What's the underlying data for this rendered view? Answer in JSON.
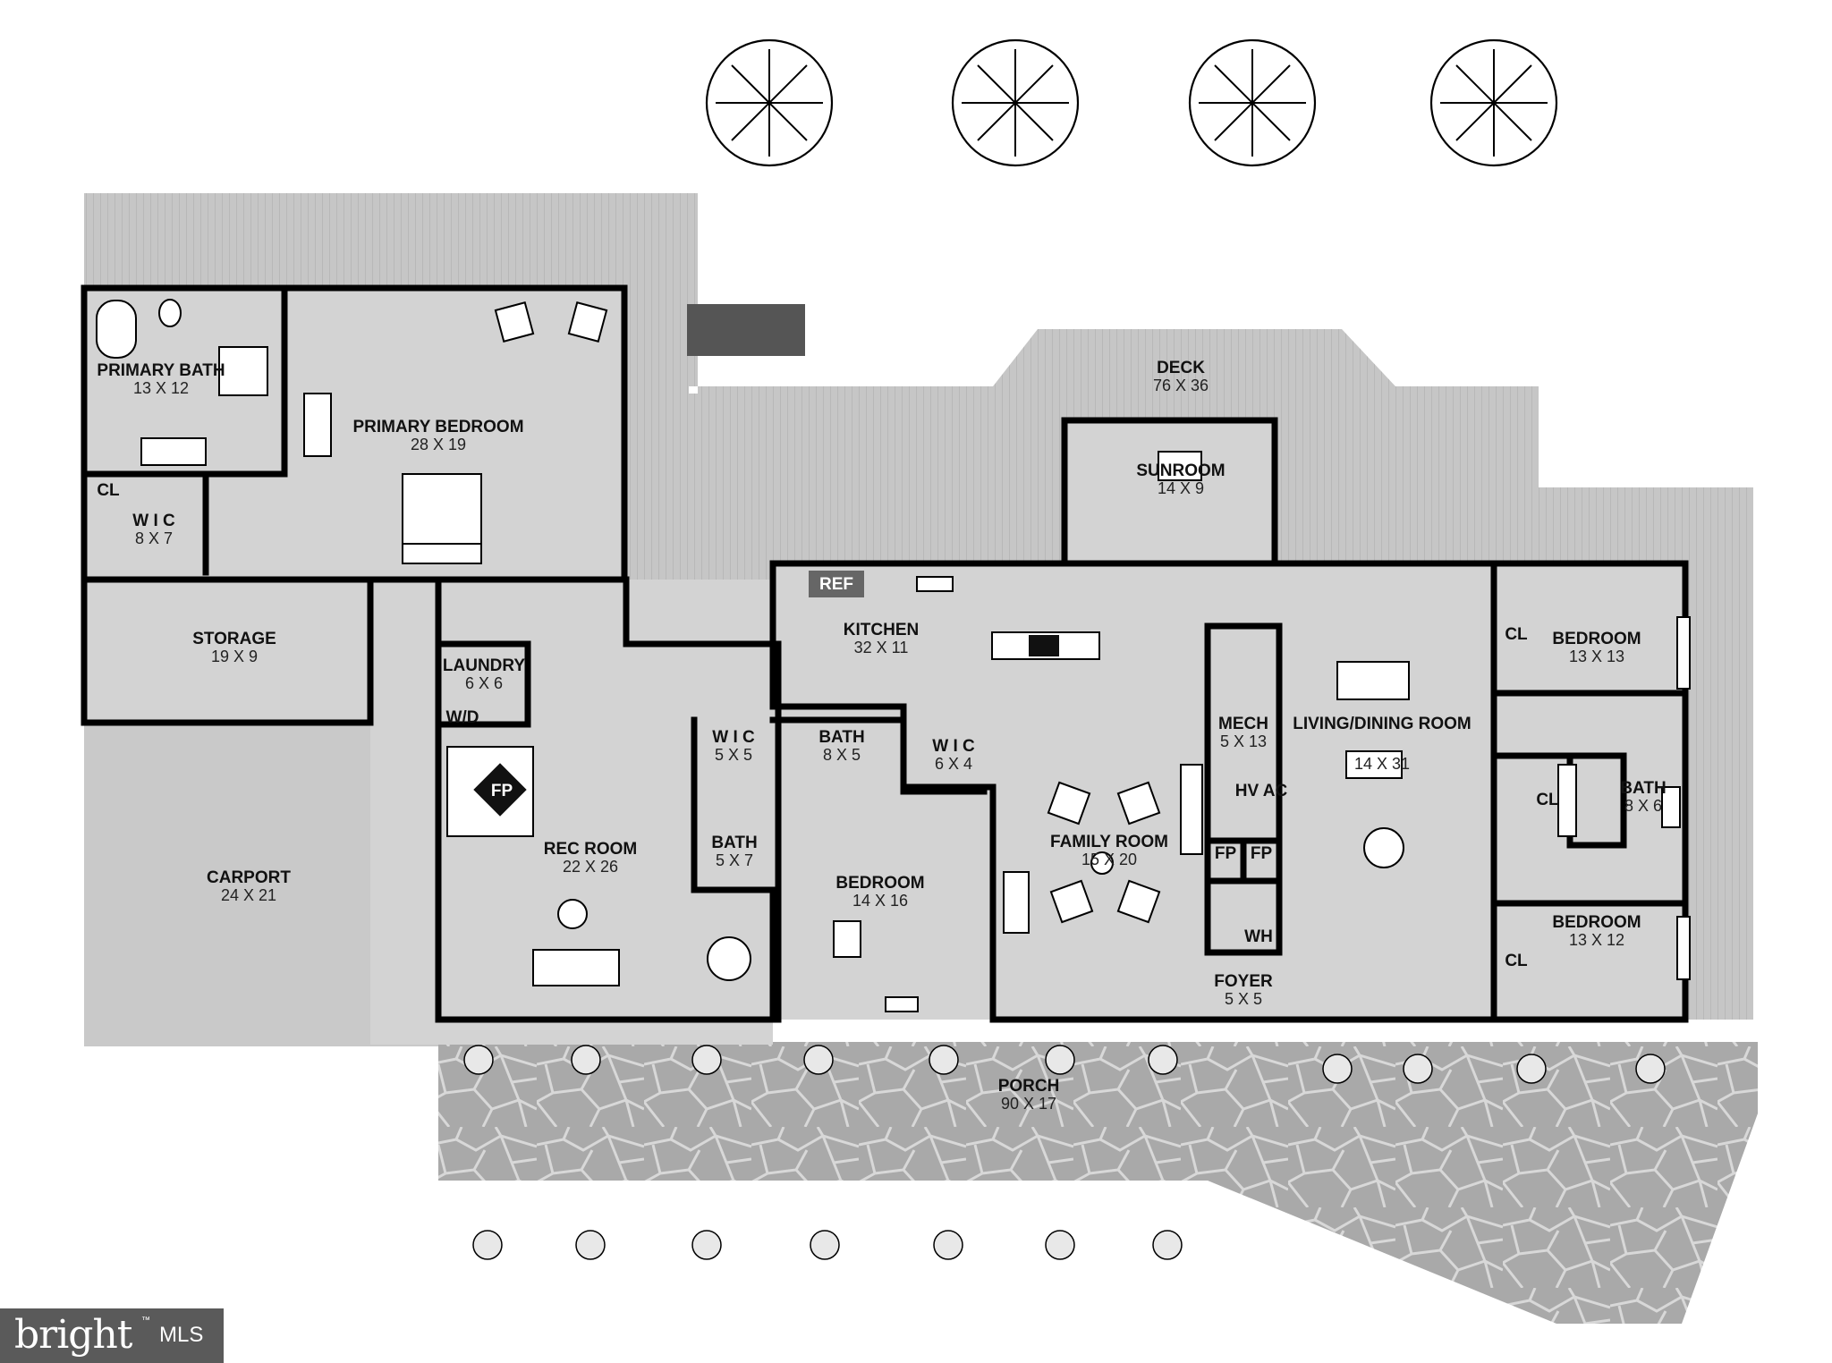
{
  "rooms": [
    {
      "id": "primary-bath",
      "name": "PRIMARY BATH",
      "dim": "13 X 12"
    },
    {
      "id": "primary-bedroom",
      "name": "PRIMARY BEDROOM",
      "dim": "28 X 19"
    },
    {
      "id": "cl-primary",
      "name": "CL",
      "dim": ""
    },
    {
      "id": "wic-primary",
      "name": "W I C",
      "dim": "8 X 7"
    },
    {
      "id": "storage",
      "name": "STORAGE",
      "dim": "19 X 9"
    },
    {
      "id": "laundry",
      "name": "LAUNDRY",
      "dim": "6 X 6"
    },
    {
      "id": "wd",
      "name": "W/D",
      "dim": ""
    },
    {
      "id": "carport",
      "name": "CARPORT",
      "dim": "24 X 21"
    },
    {
      "id": "rec-room",
      "name": "REC ROOM",
      "dim": "22 X 26"
    },
    {
      "id": "fp-rec",
      "name": "FP",
      "dim": ""
    },
    {
      "id": "wic-hall",
      "name": "W I C",
      "dim": "5 X 5"
    },
    {
      "id": "bath-hall",
      "name": "BATH",
      "dim": "8 X 5"
    },
    {
      "id": "wic-bed",
      "name": "W I C",
      "dim": "6 X 4"
    },
    {
      "id": "bath-small",
      "name": "BATH",
      "dim": "5 X 7"
    },
    {
      "id": "bedroom-west",
      "name": "BEDROOM",
      "dim": "14 X 16"
    },
    {
      "id": "kitchen",
      "name": "KITCHEN",
      "dim": "32 X 11"
    },
    {
      "id": "ref",
      "name": "REF",
      "dim": ""
    },
    {
      "id": "deck",
      "name": "DECK",
      "dim": "76 X 36"
    },
    {
      "id": "sunroom",
      "name": "SUNROOM",
      "dim": "14 X 9"
    },
    {
      "id": "family-room",
      "name": "FAMILY ROOM",
      "dim": "15 X 20"
    },
    {
      "id": "mech",
      "name": "MECH",
      "dim": "5 X 13"
    },
    {
      "id": "hvac",
      "name": "HV AC",
      "dim": ""
    },
    {
      "id": "fp-1",
      "name": "FP",
      "dim": ""
    },
    {
      "id": "fp-2",
      "name": "FP",
      "dim": ""
    },
    {
      "id": "wh",
      "name": "WH",
      "dim": ""
    },
    {
      "id": "foyer",
      "name": "FOYER",
      "dim": "5 X 5"
    },
    {
      "id": "living-dining",
      "name": "LIVING/DINING ROOM",
      "dim": "14 X 31"
    },
    {
      "id": "bedroom-ne",
      "name": "BEDROOM",
      "dim": "13 X 13"
    },
    {
      "id": "cl-ne",
      "name": "CL",
      "dim": ""
    },
    {
      "id": "cl-mid",
      "name": "CL",
      "dim": ""
    },
    {
      "id": "bath-east",
      "name": "BATH",
      "dim": "8 X 6"
    },
    {
      "id": "bedroom-se",
      "name": "BEDROOM",
      "dim": "13 X 12"
    },
    {
      "id": "cl-se",
      "name": "CL",
      "dim": ""
    },
    {
      "id": "porch",
      "name": "PORCH",
      "dim": "90 X 17"
    }
  ],
  "watermark": {
    "brand": "bright",
    "suffix": "MLS",
    "tm": "™"
  },
  "colors": {
    "floor": "#d3d3d3",
    "deck": "#c4c4c4",
    "carport": "#c9c9c9",
    "porch": "#a6a6a6",
    "wall": "#000000"
  }
}
